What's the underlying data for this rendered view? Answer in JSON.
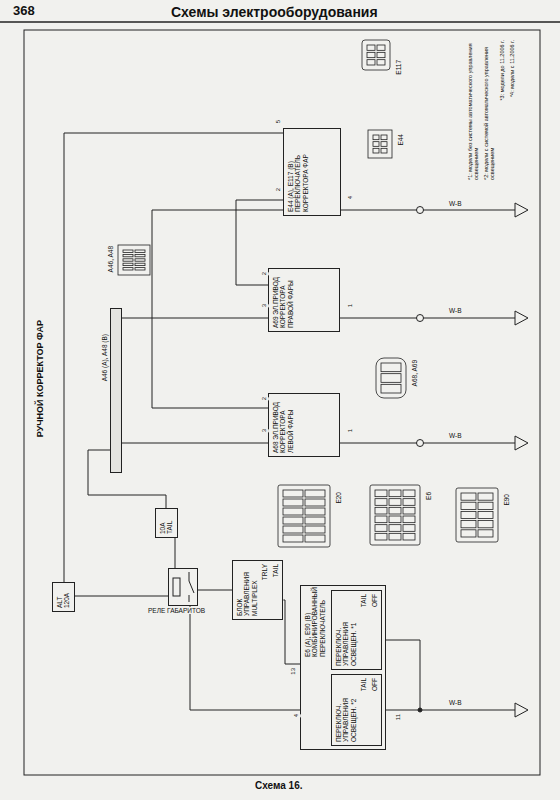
{
  "diagram": {
    "title": "РУЧНОЙ КОРРЕКТОР ФАР",
    "caption": "Схема 16.",
    "nodes": [
      {
        "text": [
          "E44 (A), E117 (B) ПЕРЕКЛЮЧАТЕЛЬ КОРРЕКТОРА ФАР"
        ]
      },
      {
        "text": [
          "A46 (A), A48 (B)"
        ]
      },
      {
        "text": [
          "A69 ЭЛ.ПРИВОД КОРРЕКТОРА ПРАВОЙ ФАРЫ"
        ]
      },
      {
        "text": [
          "A68 ЭЛ.ПРИВОД КОРРЕКТОРА ЛЕВОЙ ФАРЫ"
        ]
      },
      {
        "text": [
          "10A TAIL"
        ]
      },
      {
        "text": [
          "ALT 120A"
        ]
      },
      {
        "text": [
          "РЕЛЕ ГАБАРИТОВ"
        ]
      },
      {
        "text": [
          "БЛОК УПРАВЛЕНИЯ MULTIPLEX",
          "TRLY",
          "TAIL"
        ]
      },
      {
        "text": [
          "E6 (A), E90 (B) КОМБИНИРОВАННЫЙ ПЕРЕКЛЮЧАТЕЛЬ"
        ]
      },
      {
        "text": [
          "ПЕРЕКЛЮЧ. УПРАВЛЕНИЯ ОСВЕЩЕН. *1",
          "TAIL",
          "OFF"
        ],
        "in": 8
      },
      {
        "text": [
          "ПЕРЕКЛЮЧ. УПРАВЛЕНИЯ ОСВЕЩЕН. *2",
          "TAIL",
          "OFF"
        ],
        "in": 8
      }
    ],
    "edges": [
      {
        "from": 5,
        "to": 6,
        "arrow": "none"
      },
      {
        "from": 6,
        "to": 4,
        "arrow": "none"
      },
      {
        "from": 4,
        "to": 1,
        "arrow": "none"
      },
      {
        "from": 5,
        "to": 0,
        "arrow": "none"
      },
      {
        "from": 1,
        "to": 2,
        "arrow": "none"
      },
      {
        "from": 1,
        "to": 3,
        "arrow": "none"
      },
      {
        "from": 0,
        "to": 2,
        "arrow": "none"
      },
      {
        "from": 0,
        "to": 3,
        "arrow": "none"
      },
      {
        "from": 6,
        "to": 7,
        "arrow": "none"
      },
      {
        "from": 7,
        "to": 9,
        "arrow": "none"
      },
      {
        "from": 6,
        "to": 10,
        "arrow": "none"
      }
    ],
    "labels": [
      "368",
      "Схемы электрооборудования",
      "*1: модели без системы автоматического управления освещением",
      "*2: модели с системой автоматического управления освещением",
      "*3: модели до 11.2006 г.",
      "*4: модели с 11.2006 г.",
      "E117",
      "E44",
      "A46, A48",
      "A68, A69",
      "E20",
      "E6",
      "E90",
      "W-B",
      "W-B",
      "W-B",
      "W-B",
      "5",
      "2",
      "4",
      "2",
      "3",
      "1",
      "2",
      "3",
      "1",
      "13",
      "4",
      "11"
    ]
  }
}
